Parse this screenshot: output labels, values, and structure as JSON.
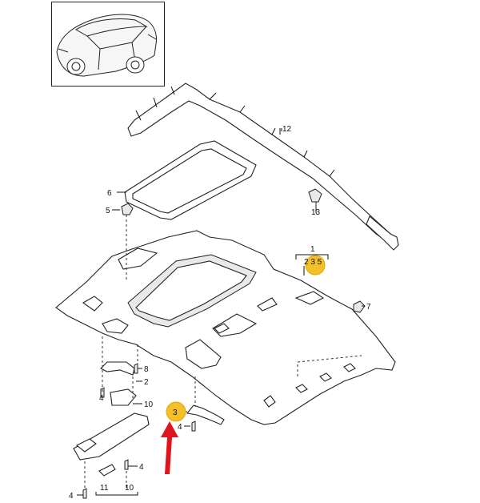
{
  "callouts": {
    "c1": "1",
    "c235": "2 3 5",
    "c12": "12",
    "c13": "13",
    "c6": "6",
    "c5": "5",
    "c7": "7",
    "c8": "8",
    "c2": "2",
    "c4a": "4",
    "c10a": "10",
    "c3": "3",
    "c4b": "4",
    "c4c": "4",
    "c4d": "4",
    "c11": "11",
    "c10b": "10"
  },
  "colors": {
    "highlight": "#f4c02a",
    "arrow": "#e0141c",
    "line": "#222222"
  },
  "icons": {
    "inset": "car-inset-icon",
    "arrow": "red-arrow-icon"
  }
}
